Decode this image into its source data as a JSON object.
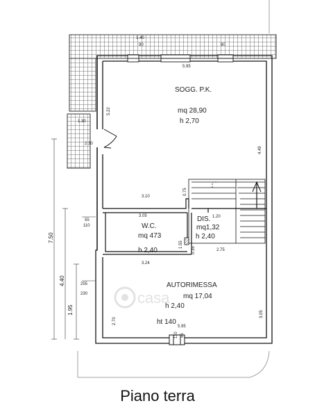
{
  "caption": "Piano terra",
  "watermark": "casa",
  "rooms": {
    "soggiorno": {
      "name": "SOGG. P.K.",
      "area": "mq 28,90",
      "height": "h 2,70"
    },
    "wc": {
      "name": "W.C.",
      "area": "mq 473",
      "height": "h 2,40"
    },
    "dis": {
      "name": "DIS.",
      "area": "mq1,32",
      "height": "h 2,40"
    },
    "autorimessa": {
      "name": "AUTORIMESSA",
      "area": "mq 17,04",
      "height": "h 2,40",
      "door": "ht 140"
    }
  },
  "dimensions": {
    "top_width": "5.95",
    "top_a": "1.40",
    "top_b": "90",
    "top_c": "90",
    "left_height": "5.22",
    "left_a": "1.30",
    "left_b": "2.30",
    "right_height": "4.49",
    "living_bottom": "3.10",
    "living_stair": "0.75",
    "wc_top": "3.05",
    "dis_a": "1.20",
    "wc_left_a": "55",
    "wc_left_b": "110",
    "wc_bottom": "3.24",
    "wc_side": "1.55",
    "wc_side_b": "0.35",
    "stair_width": "2.75",
    "garage_left_a": "255",
    "garage_left_b": "230",
    "garage_left": "2.70",
    "garage_right": "3.05",
    "garage_bottom": "5.95",
    "bottom_a": "110",
    "bottom_b": "55",
    "total_height": "7.50",
    "mid_height": "4.40",
    "low_height": "1.95"
  }
}
